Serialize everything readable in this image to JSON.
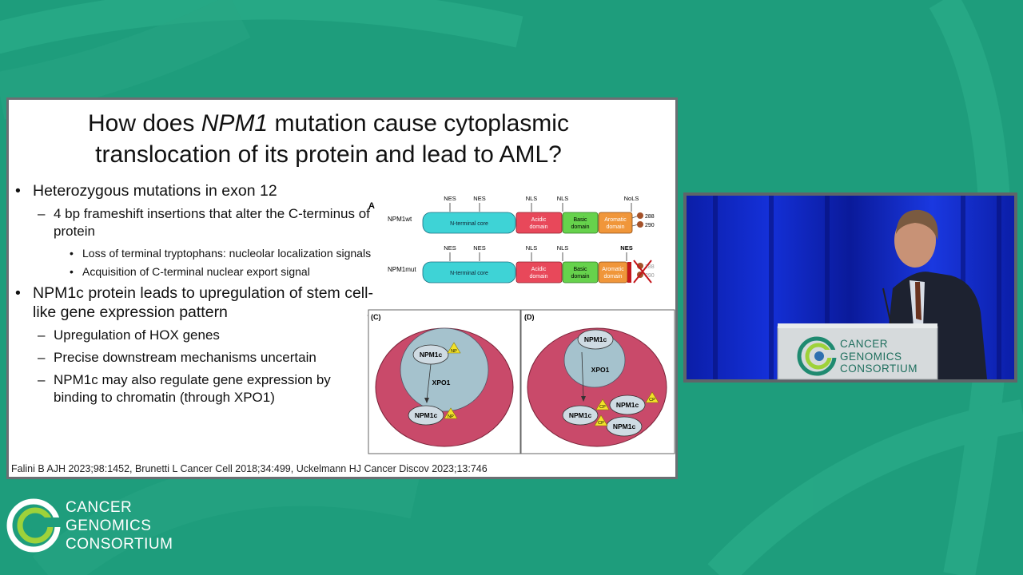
{
  "slide": {
    "title_line1_pre": "How does ",
    "title_line1_italic": "NPM1",
    "title_line1_post": " mutation cause cytoplasmic",
    "title_line2": "translocation of its protein and lead to AML?",
    "bullets": [
      {
        "level": 1,
        "text": "Heterozygous mutations in exon 12"
      },
      {
        "level": 2,
        "text": "4 bp frameshift insertions that alter the C-terminus of protein"
      },
      {
        "level": 3,
        "text": "Loss of terminal tryptophans: nucleolar localization signals"
      },
      {
        "level": 3,
        "text": "Acquisition of C-terminal nuclear export signal"
      },
      {
        "level": 1,
        "text": "NPM1c protein leads to upregulation of stem cell-like gene expression pattern"
      },
      {
        "level": 2,
        "text": "Upregulation of HOX genes"
      },
      {
        "level": 2,
        "text": "Precise downstream mechanisms uncertain"
      },
      {
        "level": 2,
        "text": "NPM1c may also regulate gene expression by binding to chromatin (through XPO1)"
      }
    ],
    "references": "Falini B AJH 2023;98:1452, Brunetti L Cancer Cell 2018;34:499, Uckelmann HJ Cancer Discov 2023;13:746"
  },
  "diagram_a": {
    "panel_label": "A",
    "rows": [
      {
        "name": "NPM1wt",
        "signals": [
          "NES",
          "NES",
          "NLS",
          "NLS",
          "NoLS"
        ],
        "end_labels": [
          "288",
          "290"
        ]
      },
      {
        "name": "NPM1mut",
        "signals": [
          "NES",
          "NES",
          "NLS",
          "NLS",
          "NES"
        ],
        "end_labels": [
          "288",
          "290"
        ]
      }
    ],
    "domains": [
      "N-terminal core",
      "Acidic domain",
      "Basic domain",
      "Aromatic domain"
    ],
    "domain_colors": {
      "core": "#3ed3d6",
      "acidic": "#e8485a",
      "basic": "#66d24c",
      "aromatic": "#f0963a"
    }
  },
  "cells": {
    "panel_c": {
      "label": "(C)",
      "protein": "NPM1c",
      "exporter": "XPO1",
      "tag": "NP"
    },
    "panel_d": {
      "label": "(D)",
      "protein": "NPM1c",
      "exporter": "XPO1",
      "tag": "CP"
    }
  },
  "podium_logo": {
    "line1": "CANCER",
    "line2": "GENOMICS",
    "line3": "CONSORTIUM"
  },
  "corner_logo": {
    "line1": "CANCER",
    "line2": "GENOMICS",
    "line3": "CONSORTIUM"
  },
  "colors": {
    "background": "#1e9d7c",
    "logo_green": "#9ed23a",
    "logo_teal": "#1f8a70"
  }
}
